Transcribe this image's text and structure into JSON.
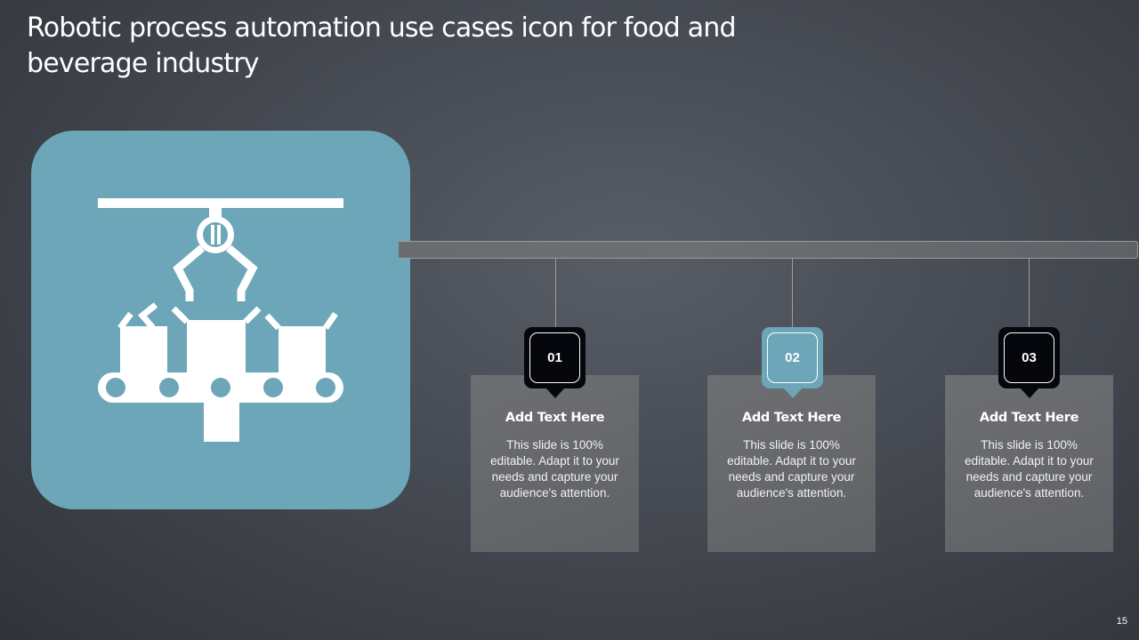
{
  "slide": {
    "title": "Robotic process automation use cases icon for food and beverage industry",
    "page_number": "15"
  },
  "icon": {
    "name": "robotic-arm-conveyor-icon",
    "background_color": "#6ca6b8"
  },
  "colors": {
    "accent_teal": "#6ca6b8",
    "badge_dark": "#05070c",
    "card_gray": "#6d6f73",
    "rail_gray": "#6a6c70"
  },
  "steps": [
    {
      "number": "01",
      "badge_style": "dark",
      "heading": "Add Text Here",
      "body": "This slide is 100% editable. Adapt it to your needs and capture your audience's attention."
    },
    {
      "number": "02",
      "badge_style": "teal",
      "heading": "Add Text Here",
      "body": "This slide is 100% editable. Adapt it to your needs and capture your audience's attention."
    },
    {
      "number": "03",
      "badge_style": "dark",
      "heading": "Add Text Here",
      "body": "This slide is 100% editable. Adapt it to your needs and capture your audience's attention."
    }
  ]
}
